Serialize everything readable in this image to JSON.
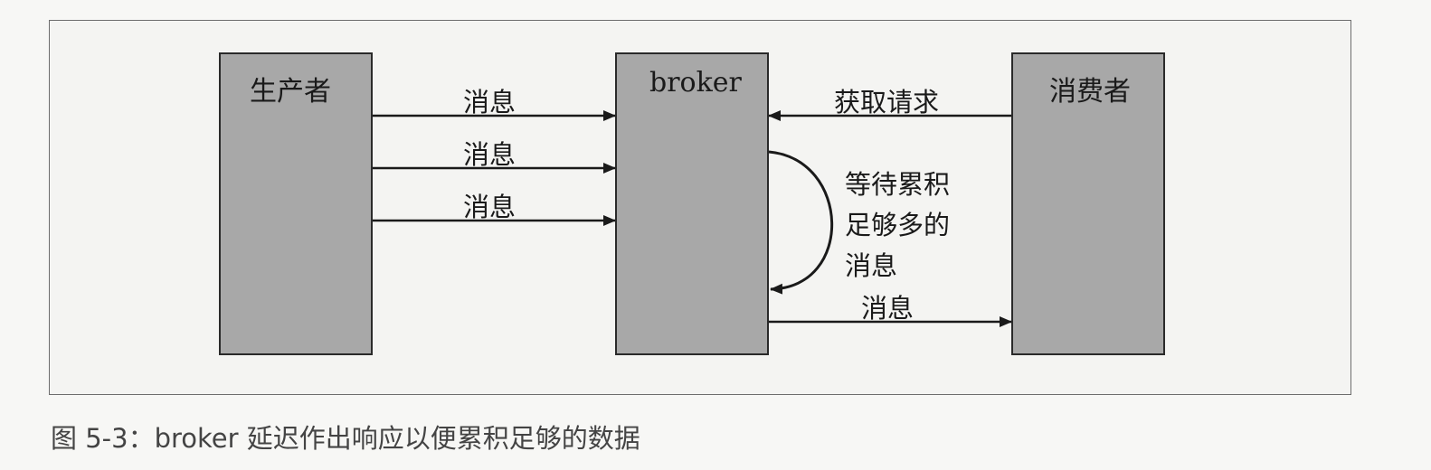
{
  "nodes": {
    "producer": "生产者",
    "broker": "broker",
    "consumer": "消费者"
  },
  "edges": {
    "message_1": "消息",
    "message_2": "消息",
    "message_3": "消息",
    "fetch_request": "获取请求",
    "wait_line_1": "等待累积",
    "wait_line_2": "足够多的",
    "wait_line_3": "消息",
    "message_out": "消息"
  },
  "caption": "图 5-3：broker 延迟作出响应以便累积足够的数据",
  "colors": {
    "box_fill": "#a8a8a8",
    "box_border": "#2a2a2a",
    "arrow": "#1a1a1a",
    "caption": "#444444"
  }
}
